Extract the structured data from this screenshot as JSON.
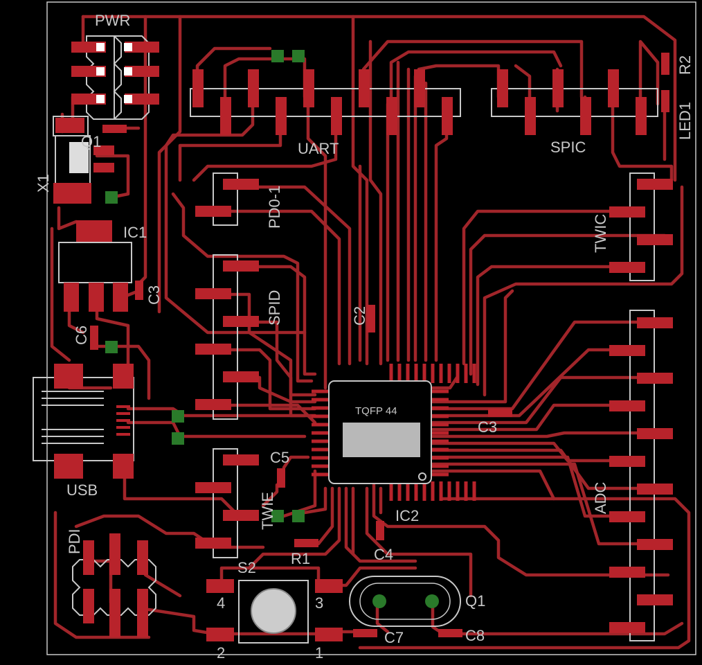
{
  "labels": {
    "pwr": "PWR",
    "q1_top": "Q1",
    "x1": "X1",
    "ic1": "IC1",
    "c3_vertical": "C3",
    "c6": "C6",
    "usb": "USB",
    "pdi": "PDI",
    "uart": "UART",
    "spic": "SPIC",
    "r2": "R2",
    "led1": "LED1",
    "pd01": "PD0-1",
    "twic": "TWIC",
    "spid": "SPID",
    "c2": "C2",
    "tqfp": "TQFP 44",
    "c3": "C3",
    "c5": "C5",
    "twie": "TWIE",
    "ic2": "IC2",
    "adc": "ADC",
    "c4": "C4",
    "r1": "R1",
    "s2": "S2",
    "pin4": "4",
    "pin3": "3",
    "pin2": "2",
    "pin1": "1",
    "q1_bottom": "Q1",
    "c7": "C7",
    "c8": "C8"
  },
  "colors": {
    "background": "#000000",
    "copper": "#a1252a",
    "pad": "#b8232b",
    "silkscreen": "#c8c8c8",
    "via": "#2a7a2a"
  }
}
